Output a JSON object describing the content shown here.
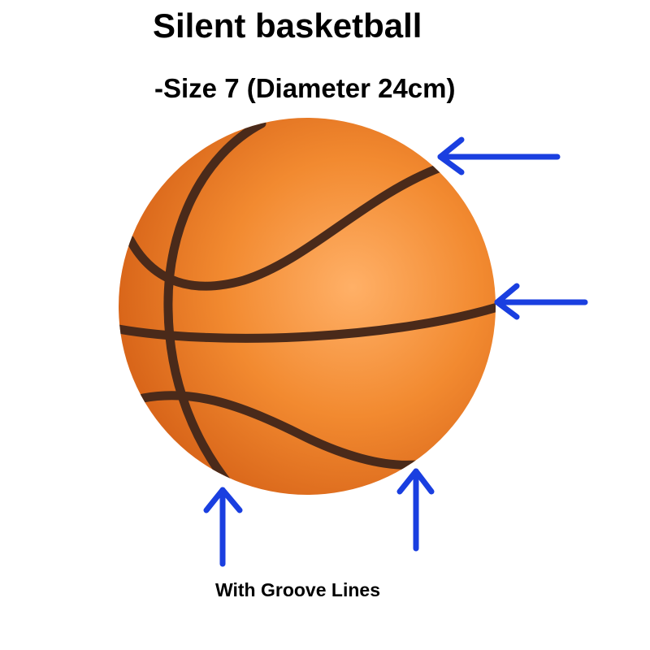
{
  "header": {
    "title": "Silent basketball",
    "subtitle": "-Size 7 (Diameter 24cm)"
  },
  "footer": {
    "caption": "With Groove Lines"
  },
  "colors": {
    "ball_base": "#f28a30",
    "ball_highlight": "#ffb067",
    "ball_shadow": "#d9661a",
    "seam": "#4a2a1a",
    "arrow": "#1a3fe0",
    "text": "#000000",
    "background": "#ffffff"
  },
  "icons": {
    "ball": "basketball-icon",
    "arrow": "arrow-icon"
  }
}
